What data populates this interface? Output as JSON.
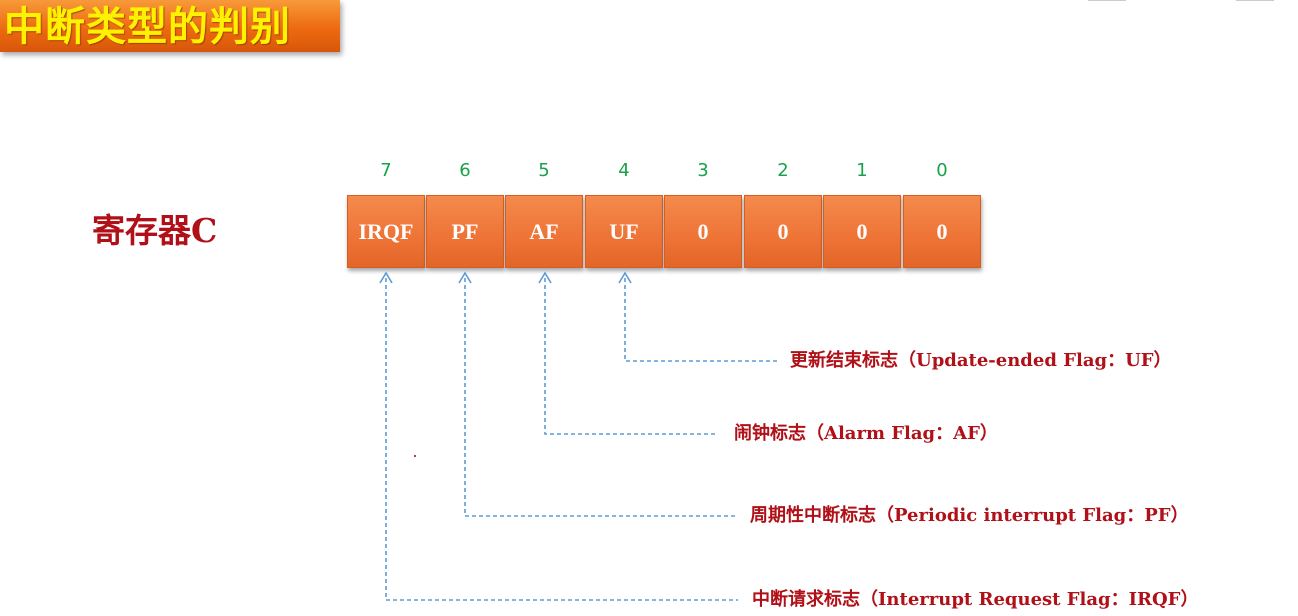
{
  "title": "中断类型的判别",
  "register": {
    "label": "寄存器C",
    "bit_numbers": [
      "7",
      "6",
      "5",
      "4",
      "3",
      "2",
      "1",
      "0"
    ],
    "bits": [
      "IRQF",
      "PF",
      "AF",
      "UF",
      "0",
      "0",
      "0",
      "0"
    ]
  },
  "callouts": [
    {
      "text": "更新结束标志（Update-ended Flag：UF）"
    },
    {
      "text": "闹钟标志（Alarm Flag：AF）"
    },
    {
      "text": "周期性中断标志（Periodic interrupt Flag：PF）"
    },
    {
      "text": "中断请求标志（Interrupt Request Flag：IRQF）"
    }
  ],
  "colors": {
    "title_bg": "#ee6a10",
    "title_text": "#fff200",
    "bit_cell": "#ee7336",
    "bit_number": "#17a34a",
    "label_text": "#b01018",
    "connector": "#5b9bd5"
  }
}
